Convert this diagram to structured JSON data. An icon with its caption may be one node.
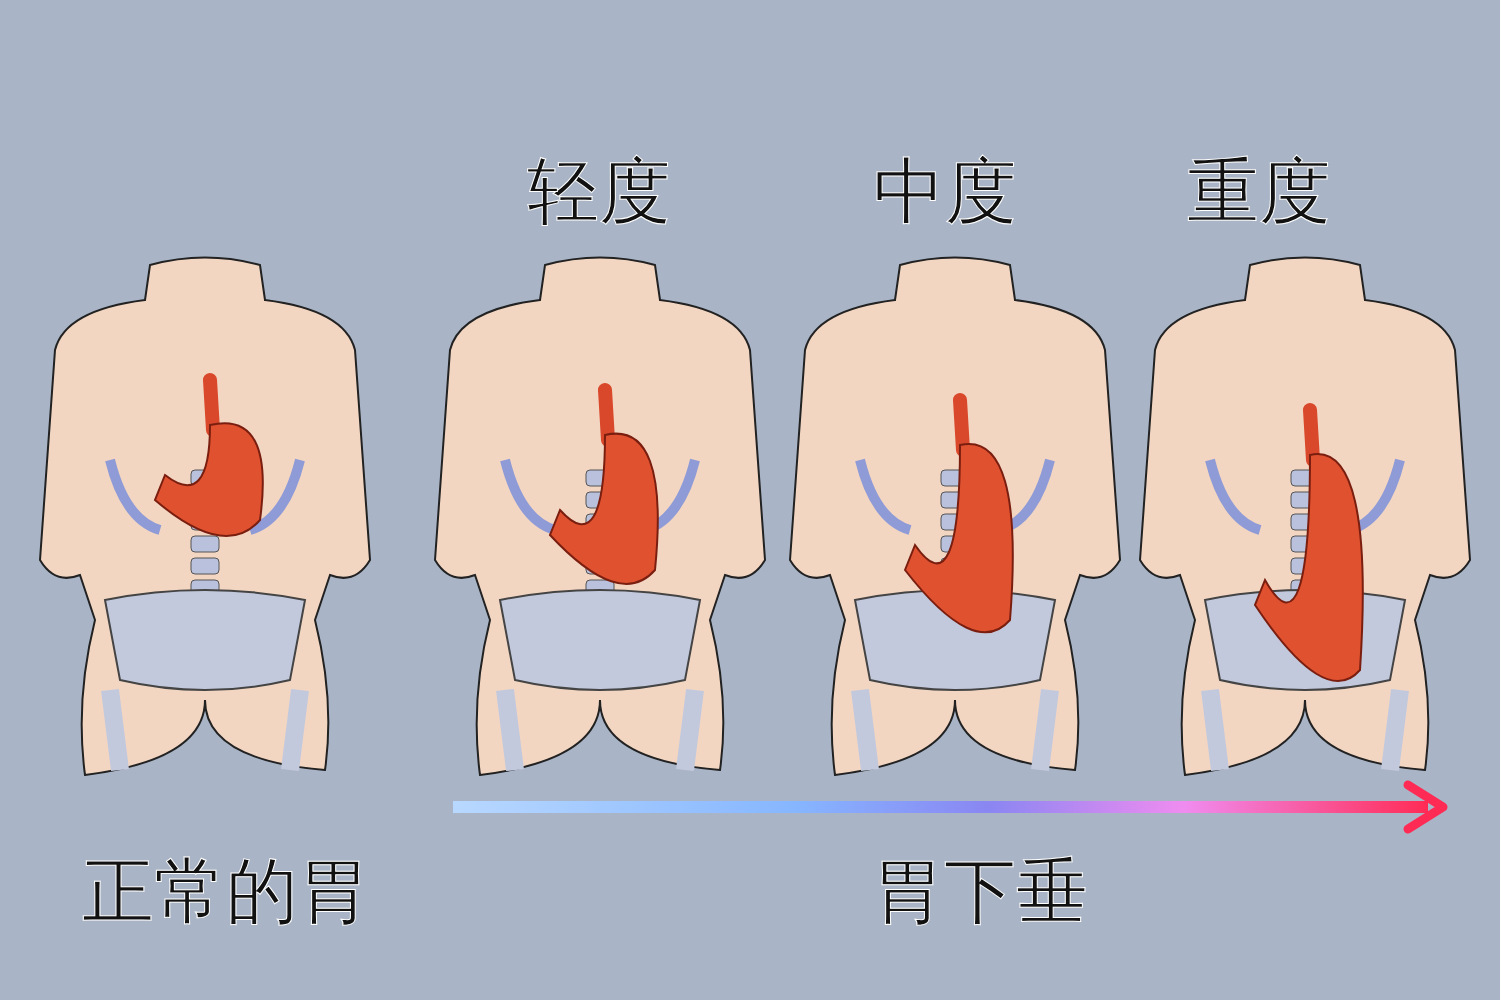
{
  "diagram": {
    "labels": [
      "轻度",
      "中度",
      "重度",
      "正常的胃",
      "胃下垂"
    ]
  }
}
